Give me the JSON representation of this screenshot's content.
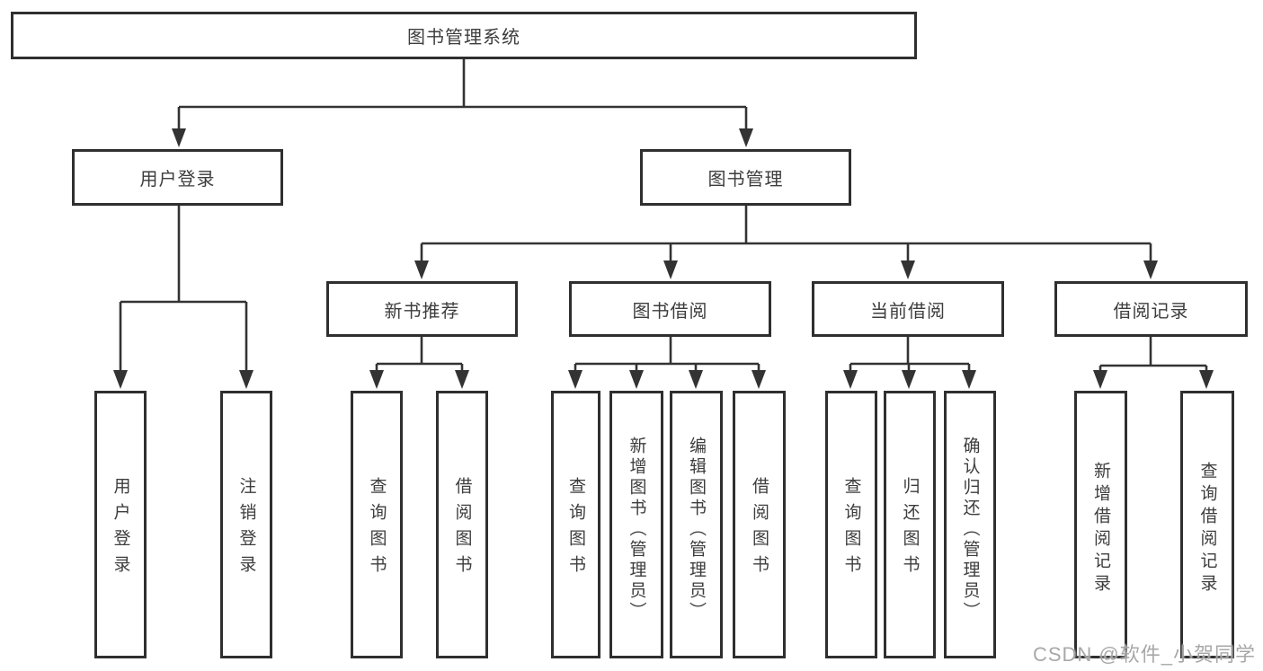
{
  "diagram": {
    "title": "图书管理系统",
    "nodes": {
      "root": "图书管理系统",
      "user_login": "用户登录",
      "book_mgmt": "图书管理",
      "new_book_rec": "新书推荐",
      "book_borrow": "图书借阅",
      "current_borrow": "当前借阅",
      "borrow_records": "借阅记录",
      "leaf_user_login": "用户登录",
      "leaf_logout": "注销登录",
      "nb_query": "查询图书",
      "nb_borrow": "借阅图书",
      "bb_query": "查询图书",
      "bb_add": "新增图书（管理员）",
      "bb_edit": "编辑图书（管理员）",
      "bb_borrow": "借阅图书",
      "cb_query": "查询图书",
      "cb_return": "归还图书",
      "cb_confirm": "确认归还（管理员）",
      "br_add": "新增借阅记录",
      "br_query": "查询借阅记录"
    },
    "hierarchy": {
      "root": [
        "user_login",
        "book_mgmt"
      ],
      "user_login": [
        "leaf_user_login",
        "leaf_logout"
      ],
      "book_mgmt": [
        "new_book_rec",
        "book_borrow",
        "current_borrow",
        "borrow_records"
      ],
      "new_book_rec": [
        "nb_query",
        "nb_borrow"
      ],
      "book_borrow": [
        "bb_query",
        "bb_add",
        "bb_edit",
        "bb_borrow"
      ],
      "current_borrow": [
        "cb_query",
        "cb_return",
        "cb_confirm"
      ],
      "borrow_records": [
        "br_add",
        "br_query"
      ]
    },
    "colors": {
      "line": "#333333",
      "border": "#2f2f2f",
      "text": "#3d3d3d",
      "background": "#ffffff",
      "watermark": "#9e9e9e"
    }
  },
  "watermark": {
    "text": "CSDN @软件_小贺同学"
  }
}
